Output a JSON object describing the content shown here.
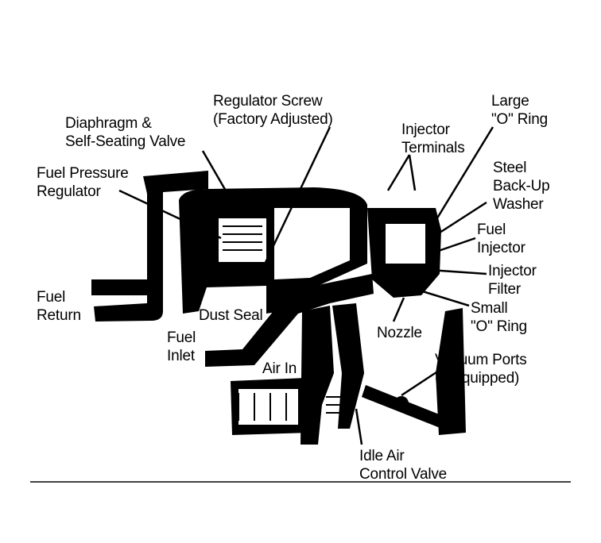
{
  "diagram": {
    "labels": {
      "regulator_screw": [
        "Regulator Screw",
        "(Factory Adjusted)"
      ],
      "diaphragm": [
        "Diaphragm &",
        "Self-Seating Valve"
      ],
      "fuel_pressure_regulator": [
        "Fuel Pressure",
        "Regulator"
      ],
      "injector_terminals": [
        "Injector",
        "Terminals"
      ],
      "large_o_ring": [
        "Large",
        "\"O\" Ring"
      ],
      "steel_backup_washer": [
        "Steel",
        "Back-Up",
        "Washer"
      ],
      "fuel_injector": [
        "Fuel",
        "Injector"
      ],
      "injector_filter": [
        "Injector",
        "Filter"
      ],
      "small_o_ring": [
        "Small",
        "\"O\" Ring"
      ],
      "fuel_return": [
        "Fuel",
        "Return"
      ],
      "dust_seal": [
        "Dust Seal"
      ],
      "fuel_inlet": [
        "Fuel",
        "Inlet"
      ],
      "nozzle": [
        "Nozzle"
      ],
      "vacuum_ports": [
        "Vacuum Ports",
        "(If Equipped)"
      ],
      "air_in": [
        "Air In"
      ],
      "idle_air_control_valve": [
        "Idle Air",
        "Control Valve"
      ]
    },
    "colors": {
      "ink": "#000000",
      "paper": "#ffffff"
    }
  }
}
